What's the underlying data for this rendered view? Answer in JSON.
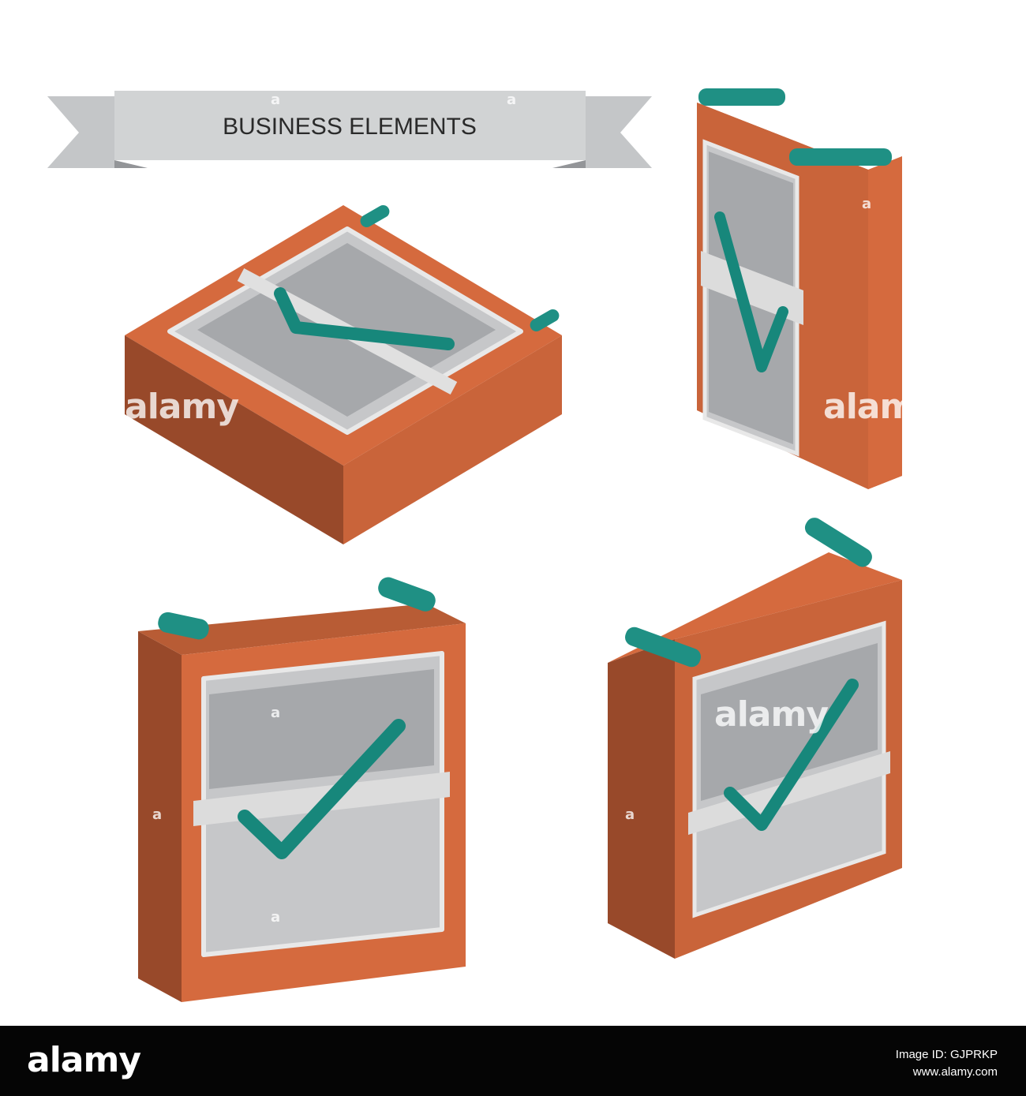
{
  "banner": {
    "title": "BUSINESS ELEMENTS"
  },
  "watermark": {
    "logo": "alamy",
    "mark": "a"
  },
  "footer": {
    "logo": "alamy",
    "image_id_line": "Image ID: GJPRKP",
    "site": "www.alamy.com"
  },
  "colors": {
    "box_top": "#d56a3e",
    "box_left": "#98492a",
    "box_right": "#c9643a",
    "screen_gray": "#a6a8ab",
    "screen_light": "#c6c7c9",
    "check_teal": "#17877b",
    "clip_teal": "#1f9084",
    "ribbon": "#d1d3d4"
  },
  "icons": [
    "checklist-flat-icon",
    "checklist-vertical-icon",
    "checklist-front-icon",
    "checklist-angled-icon"
  ]
}
